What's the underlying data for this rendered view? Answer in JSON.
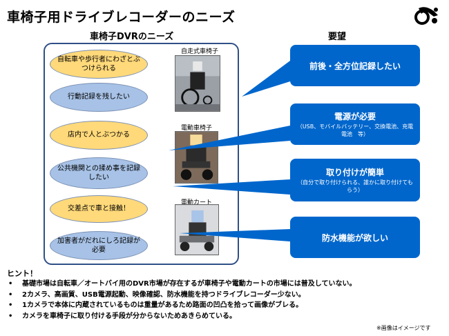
{
  "title": "車椅子用ドライブレコーダーのニーズ",
  "needs_heading": "車椅子DVRのニーズ",
  "demands_heading": "要望",
  "bubbles": [
    "自転車や歩行者にわざとぶつけられる",
    "行動記録を残したい",
    "店内で人とぶつかる",
    "公共機関との揉め事を記録したい",
    "交差点で車と接触！",
    "加害者がだれにしろ記録が必要"
  ],
  "photo_labels": [
    "自走式車椅子",
    "電動車椅子",
    "電動カート"
  ],
  "demands": [
    {
      "main": "前後・全方位記録したい",
      "sub": ""
    },
    {
      "main": "電源が必要",
      "sub": "（USB、モバイルバッテリー、交換電池、充電電池　等）"
    },
    {
      "main": "取り付けが簡単",
      "sub": "（自分で取り付けられる、誰かに取り付けてもらう）"
    },
    {
      "main": "防水機能が欲しい",
      "sub": ""
    }
  ],
  "hints_title": "ヒント！",
  "hints": [
    "基礎市場は自転車／オートバイ用のDVR市場が存在するが車椅子や電動カートの市場には普及していない。",
    "2カメラ、高画質、USB電源起動、映像確認、防水機能を持つドライブレコーダー少ない。",
    "1カメラで本体に内蔵されているものは重量があるため路面の凹凸を拾って画像がブレる。",
    "カメラを車椅子に取り付ける手段が分からないためあきらめている。"
  ],
  "note": "※画像はイメージです",
  "colors": {
    "demand_box": "#0066cc",
    "panel_border": "#2f4f86",
    "bubble_orange": "#ffd97a",
    "bubble_blue": "#a7c2e6"
  },
  "logo_icon": "wheelchair-logo-icon"
}
